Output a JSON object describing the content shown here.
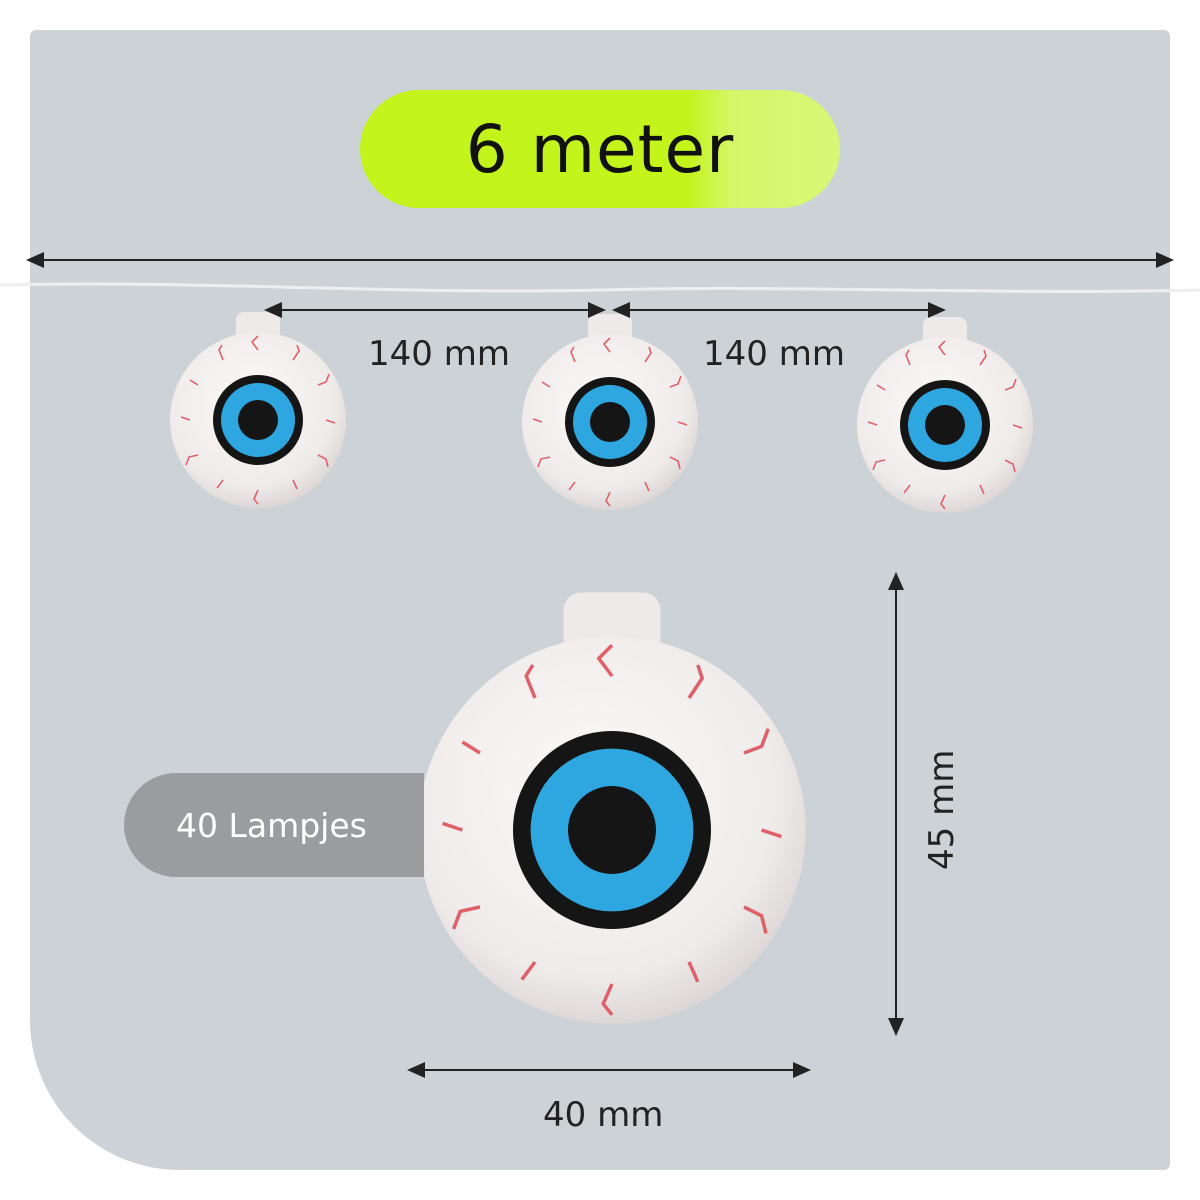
{
  "title": "6 meter",
  "spacing_labels": [
    "140 mm",
    "140 mm"
  ],
  "lamp_count": "40 Lampjes",
  "height_label": "45 mm",
  "width_label": "40 mm",
  "colors": {
    "accent": "#c3f41c",
    "panel": "#cdd2d7",
    "iris": "#2ea7e0",
    "veins": "#e0606a"
  }
}
